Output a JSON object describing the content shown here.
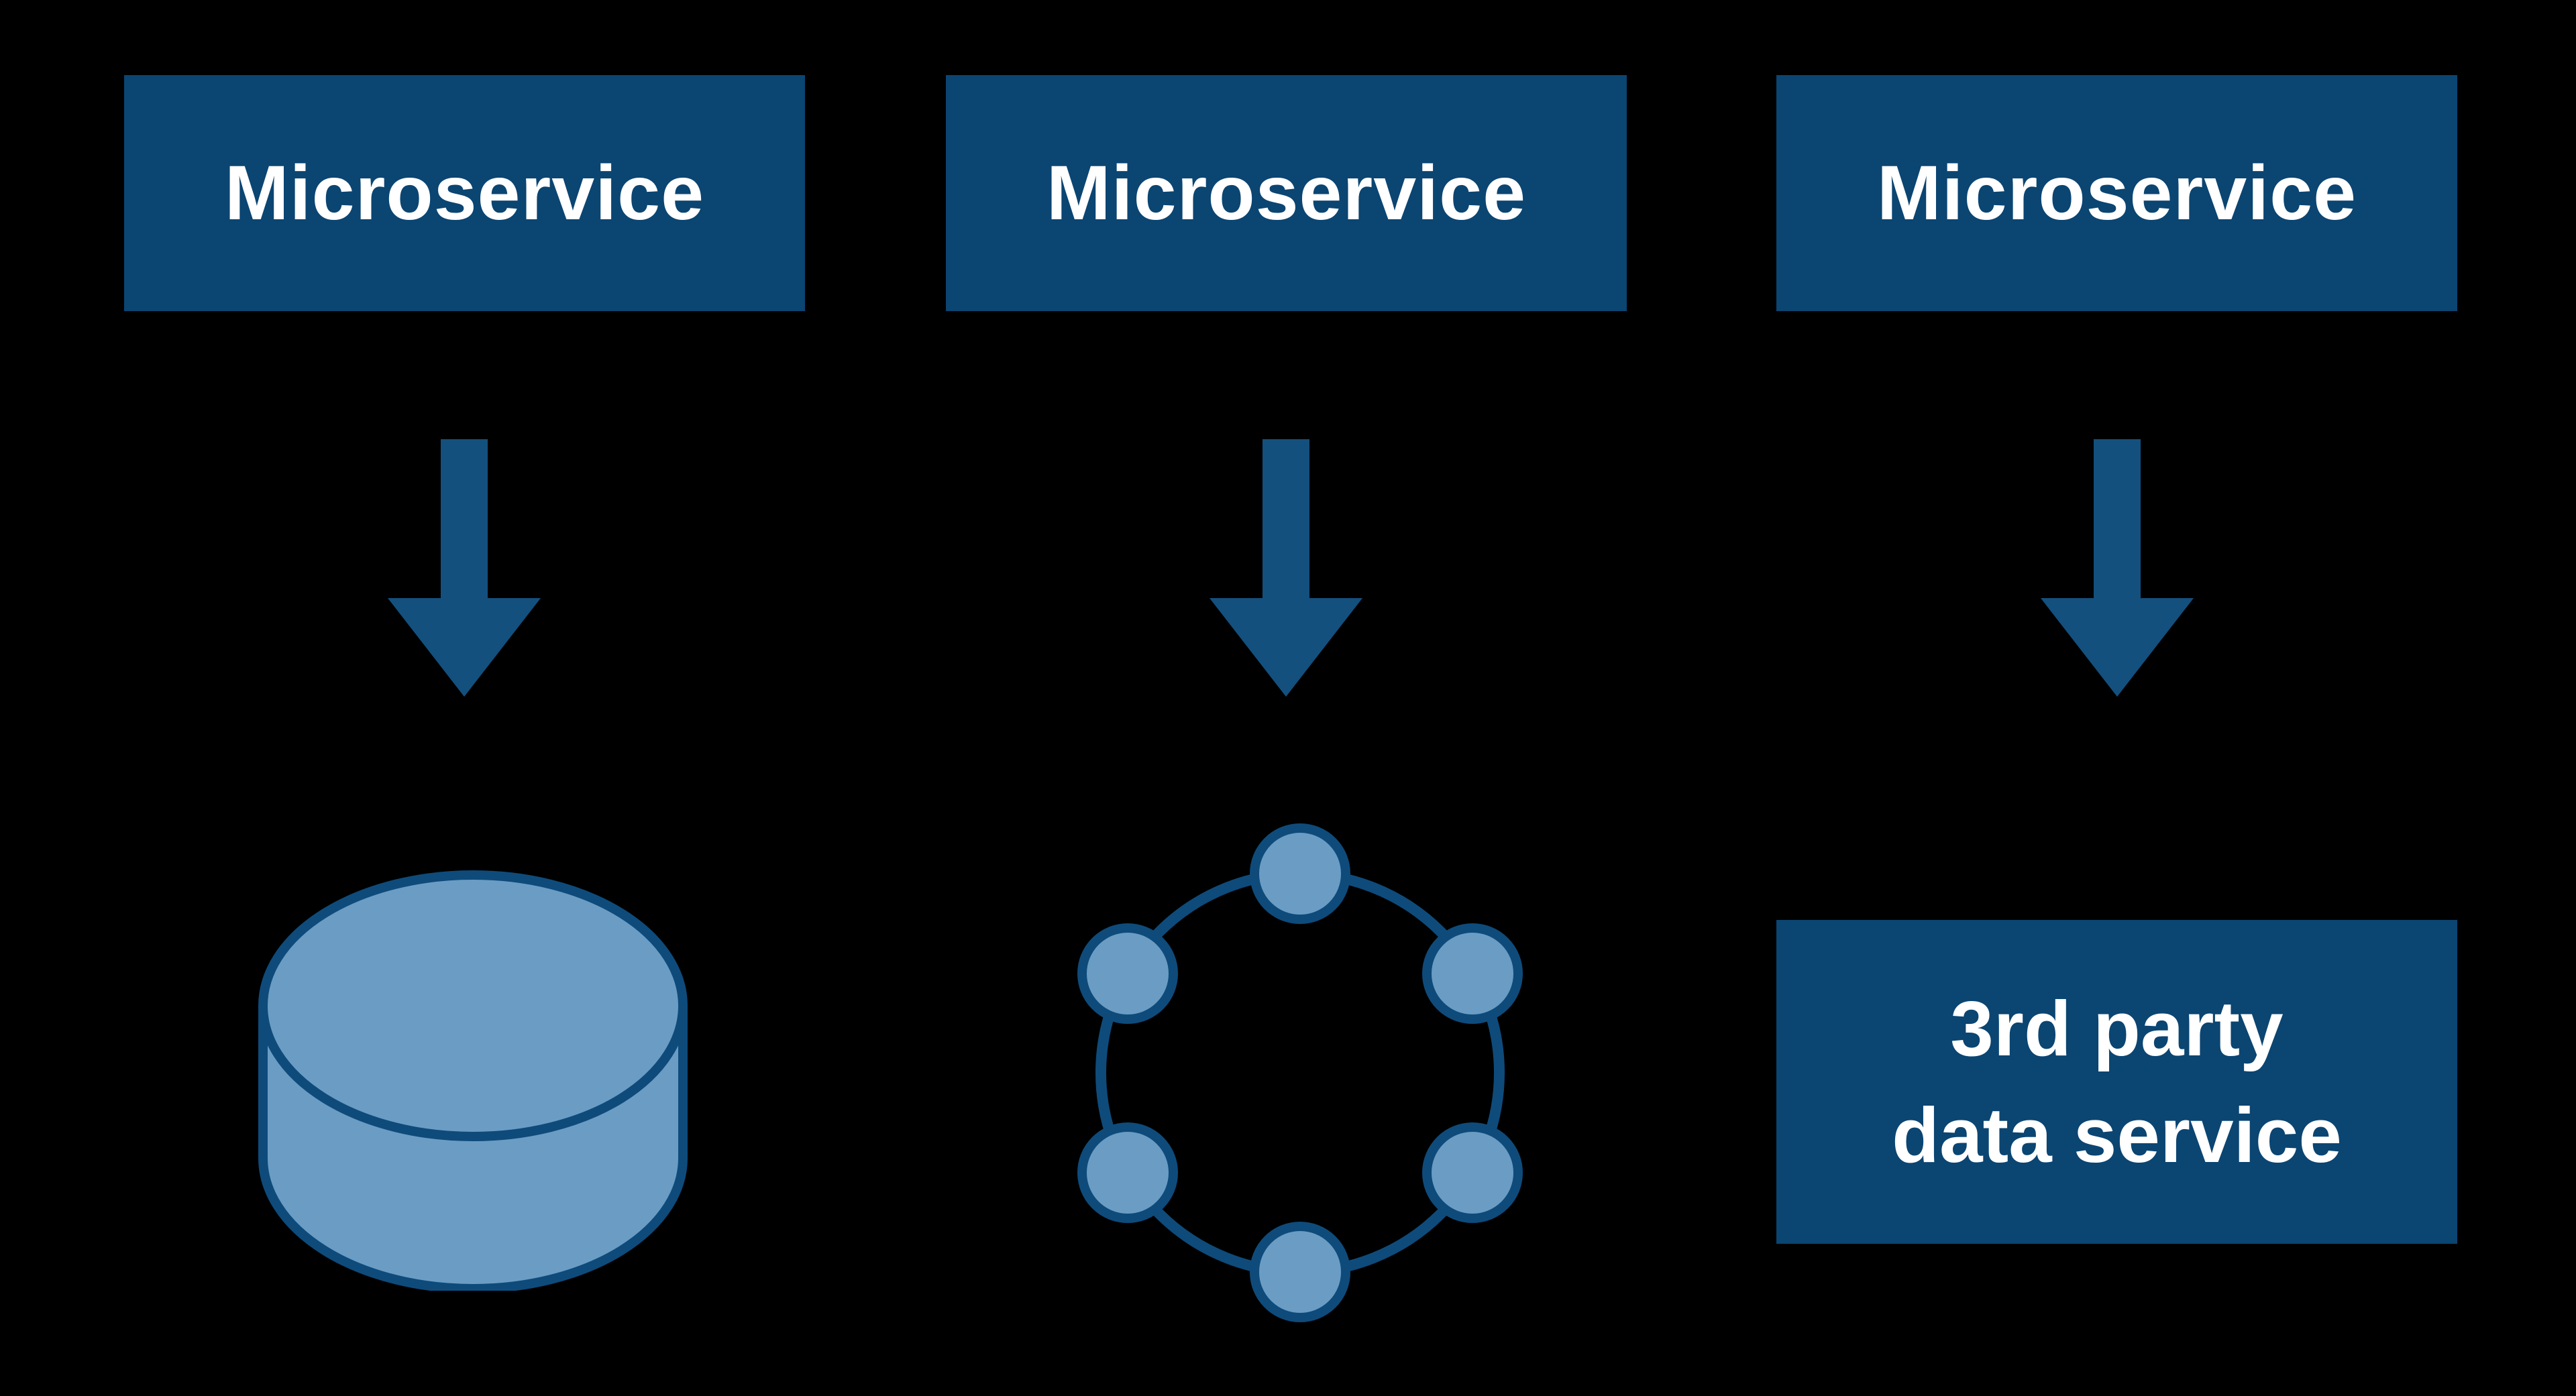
{
  "colors": {
    "background": "#000000",
    "box_fill": "#0b4572",
    "arrow_fill": "#13507e",
    "icon_fill": "#6b9dc4",
    "icon_stroke": "#0e4b7b",
    "text": "#ffffff"
  },
  "columns": [
    {
      "service_label": "Microservice",
      "target": "database-cylinder-icon"
    },
    {
      "service_label": "Microservice",
      "target": "service-ring-icon"
    },
    {
      "service_label": "Microservice",
      "target": "third-party-data-service-box"
    }
  ],
  "third_party_box": {
    "line1": "3rd party",
    "line2": "data service"
  },
  "icons": {
    "database": "database-cylinder-icon",
    "cluster": "service-ring-icon",
    "arrow": "down-arrow-icon"
  }
}
